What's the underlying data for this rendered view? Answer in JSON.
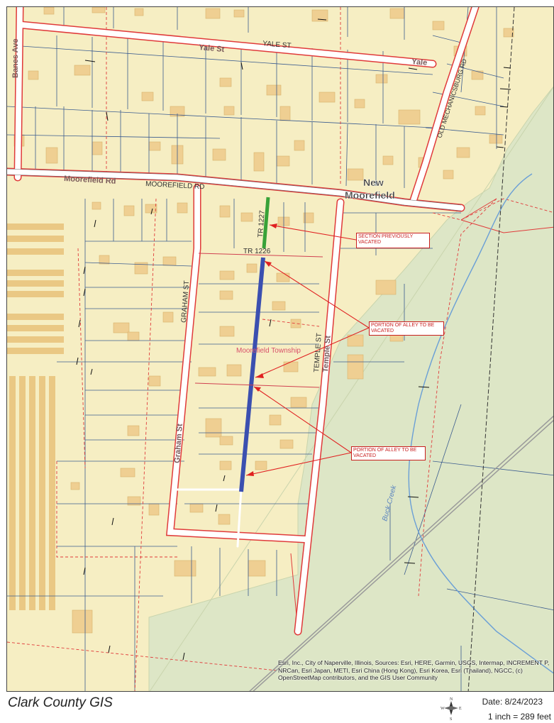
{
  "map": {
    "streets": {
      "yale_st": "YALE ST",
      "yale_st_alt": "Yale St",
      "yale_right": "Yale",
      "banes_ave": "Banes Ave",
      "moorefield_rd": "MOOREFIELD RD",
      "moorefield_rd_alt": "Moorefield Rd",
      "old_mechanicsburg_rd": "OLD MECHANICSBURG RD",
      "graham_st": "GRAHAM ST",
      "graham_st_alt": "Graham St",
      "temple_st": "TEMPLE ST",
      "temple_st_alt": "Temple St",
      "tr_1227": "TR 1227",
      "tr_1226": "TR 1226",
      "buck_creek": "Buck Creek"
    },
    "places": {
      "new": "New",
      "moorefield": "Moorefield",
      "township": "Moorefield Township"
    },
    "callouts": {
      "previously_vacated": "SECTION PREVIOUSLY VACATED",
      "alley_1": "PORTION OF ALLEY TO BE VACATED",
      "alley_2": "PORTION OF ALLEY TO BE VACATED"
    },
    "attribution": "Esri, Inc., City of Naperville, Illinois, Sources: Esri, HERE, Garmin, USGS, Intermap, INCREMENT P, NRCan, Esri Japan, METI, Esri China (Hong Kong), Esri Korea, Esri (Thailand), NGCC, (c) OpenStreetMap contributors, and the GIS User Community"
  },
  "footer": {
    "title": "Clark County GIS",
    "date": "Date: 8/24/2023",
    "scale": "1 inch = 289 feet",
    "compass": {
      "n": "N",
      "s": "S",
      "e": "E",
      "w": "W"
    }
  },
  "colors": {
    "background": "#f6eec3",
    "green_area": "#dde6c6",
    "road": "#ffffff",
    "parcel_line": "#3b5c8f",
    "boundary": "#e03a3a",
    "vacate_section": "#3b4fb0",
    "previously_vacated": "#38a238",
    "building": "#efcf92",
    "water": "#6a9fd6"
  }
}
